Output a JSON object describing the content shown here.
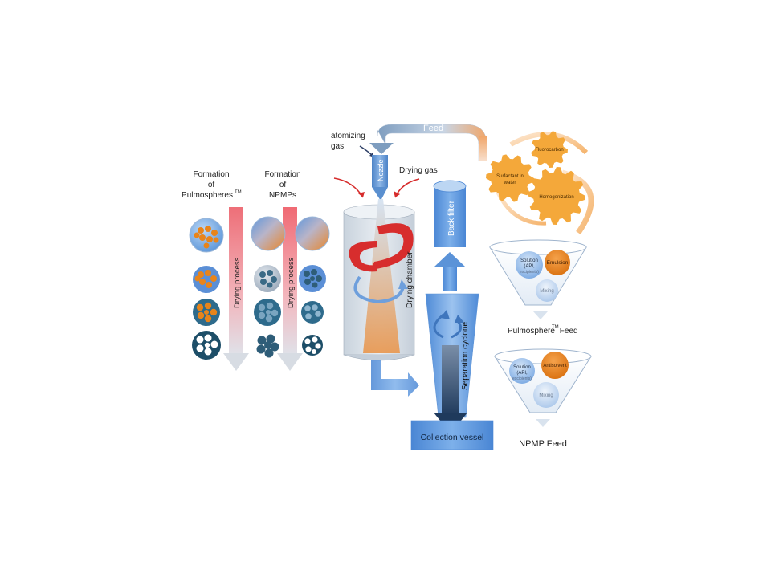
{
  "labels": {
    "feed": "Feed",
    "atomizing_gas_line1": "atomizing",
    "atomizing_gas_line2": "gas",
    "nozzle": "Nozzle",
    "drying_gas": "Drying gas",
    "drying_chamber": "Drying chamber",
    "bag_filter": "Back filter",
    "separation_cyclone": "Separation cyclone",
    "collection_vessel": "Collection vessel",
    "drying_process_1": "Drying process",
    "drying_process_2": "Drying process"
  },
  "formation": {
    "pulmo_line1": "Formation",
    "pulmo_line2": "of",
    "pulmo_line3": "Pulmospheres",
    "pulmo_tm": "TM",
    "npmp_line1": "Formation",
    "npmp_line2": "of",
    "npmp_line3": "NPMPs"
  },
  "gears": {
    "gear1": "Fluorocarbon",
    "gear2_line1": "Surfactant in",
    "gear2_line2": "water",
    "gear3": "Homogenization"
  },
  "funnel1": {
    "solution_line1": "Solution",
    "solution_line2": "(API,",
    "solution_line3": "excipients)",
    "emulsion": "Emulsion",
    "mixing": "Mixing",
    "caption": "Pulmosphere",
    "caption_tm": "TM",
    "caption_suffix": " Feed"
  },
  "funnel2": {
    "solution_line1": "Solution",
    "solution_line2": "(API,",
    "solution_line3": "excipients)",
    "antisolvent": "Antisolvent",
    "mixing": "Mixing",
    "caption": "NPMP Feed"
  },
  "colors": {
    "blue": "#5b8fd6",
    "orange": "#e8841a",
    "dark_teal": "#2e5d78",
    "red": "#d6312b",
    "gear_orange": "#f4a83a"
  }
}
